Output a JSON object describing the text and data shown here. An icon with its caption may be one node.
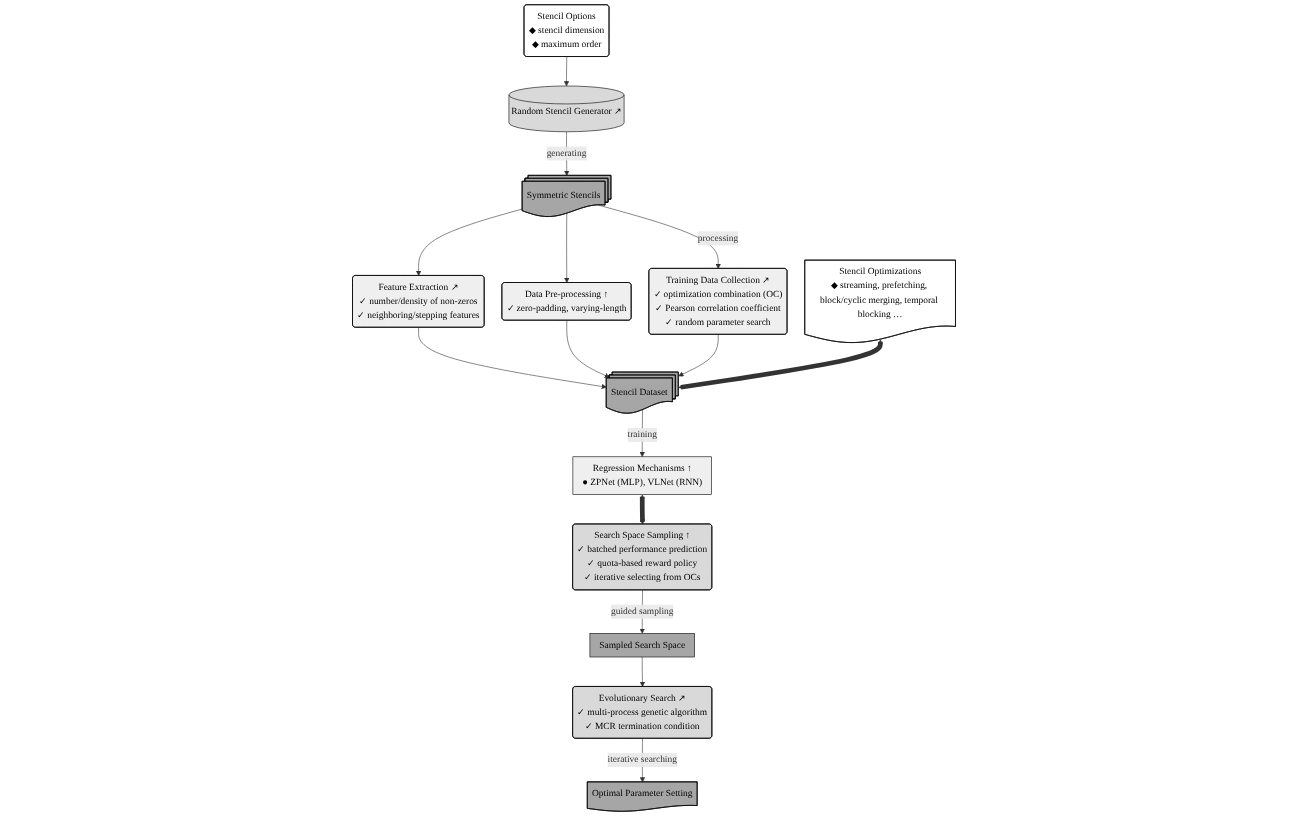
{
  "diagram": {
    "nodes": [
      {
        "text": [
          "Stencil Options",
          "◆ stencil dimension",
          "◆ maximum order"
        ]
      },
      {
        "text": [
          "Random Stencil Generator ↗"
        ]
      },
      {
        "text": [
          "Symmetric Stencils"
        ]
      },
      {
        "text": [
          "Feature Extraction ↗",
          "✓ number/density of non-zeros",
          "✓ neighboring/stepping features"
        ]
      },
      {
        "text": [
          "Data Pre-processing ↑",
          "✓ zero-padding, varying-length"
        ]
      },
      {
        "text": [
          "Training Data Collection ↗",
          "✓ optimization combination (OC)",
          "✓ Pearson correlation coefficient",
          "✓ random parameter search"
        ]
      },
      {
        "text": [
          "Stencil Optimizations",
          "◆ streaming, prefetching, block/cyclic merging, temporal blocking …"
        ]
      },
      {
        "text": [
          "Stencil Dataset"
        ]
      },
      {
        "text": [
          "Search Space Sampling ↑",
          "✓ batched performance prediction",
          "✓ quota-based reward policy",
          "✓ iterative selecting from OCs"
        ]
      },
      {
        "text": [
          "Regression Mechanisms ↑",
          "● ZPNet (MLP), VLNet (RNN)"
        ]
      },
      {
        "text": [
          "Sampled Search Space"
        ]
      },
      {
        "text": [
          "Evolutionary Search ↗",
          "✓ multi-process genetic algorithm",
          "✓ MCR termination condition"
        ]
      },
      {
        "text": [
          "Optimal Parameter Setting"
        ]
      }
    ],
    "edges": [
      {
        "from": 0,
        "to": 1,
        "arrow": "to"
      },
      {
        "from": 1,
        "to": 2,
        "arrow": "to",
        "label": "generating"
      },
      {
        "from": 2,
        "to": 3,
        "arrow": "to"
      },
      {
        "from": 2,
        "to": 4,
        "arrow": "to"
      },
      {
        "from": 2,
        "to": 5,
        "arrow": "to",
        "label": "processing"
      },
      {
        "from": 3,
        "to": 7,
        "arrow": "to"
      },
      {
        "from": 4,
        "to": 7,
        "arrow": "to"
      },
      {
        "from": 5,
        "to": 7,
        "arrow": "to"
      },
      {
        "from": 6,
        "to": 7,
        "arrow": "both",
        "style": "thick"
      },
      {
        "from": 7,
        "to": 9,
        "arrow": "to",
        "label": "training"
      },
      {
        "from": 8,
        "to": 9,
        "arrow": "both",
        "style": "thick"
      },
      {
        "from": 8,
        "to": 10,
        "arrow": "to",
        "label": "guided sampling"
      },
      {
        "from": 10,
        "to": 11,
        "arrow": "to"
      },
      {
        "from": 11,
        "to": 12,
        "arrow": "to",
        "label": "iterative searching"
      }
    ]
  }
}
